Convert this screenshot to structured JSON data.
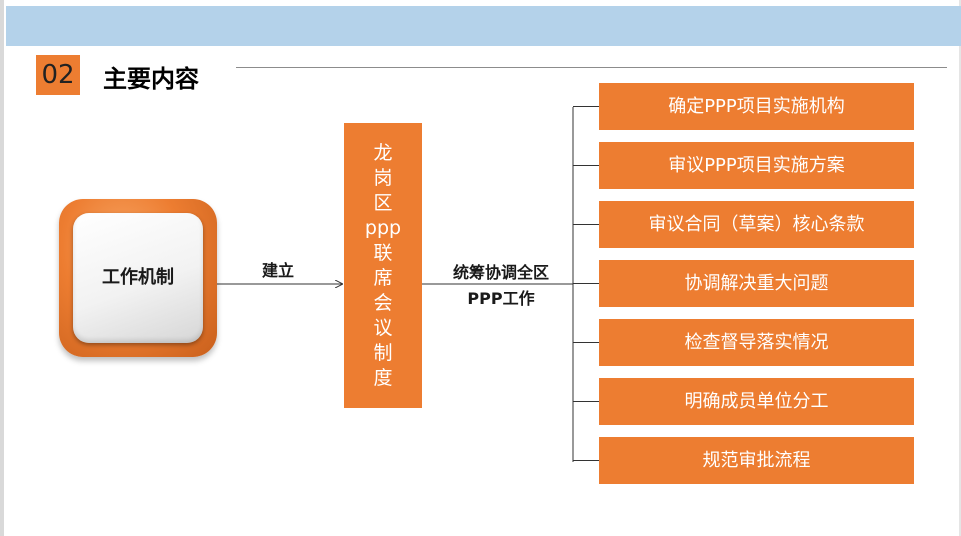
{
  "header": {
    "number": "02",
    "title": "主要内容"
  },
  "diagram": {
    "mechanism": {
      "label": "工作机制"
    },
    "build_label": "建立",
    "council": {
      "chars": [
        "龙",
        "岗",
        "区",
        "ppp",
        "联",
        "席",
        "会",
        "议",
        "制",
        "度"
      ]
    },
    "coordination": {
      "line1": "统筹协调全区",
      "line2": "PPP工作"
    },
    "items": [
      "确定PPP项目实施机构",
      "审议PPP项目实施方案",
      "审议合同（草案）核心条款",
      "协调解决重大问题",
      "检查督导落实情况",
      "明确成员单位分工",
      "规范审批流程"
    ]
  },
  "colors": {
    "accent": "#ed7d31",
    "band": "#b4d2ea",
    "line": "#333333"
  }
}
